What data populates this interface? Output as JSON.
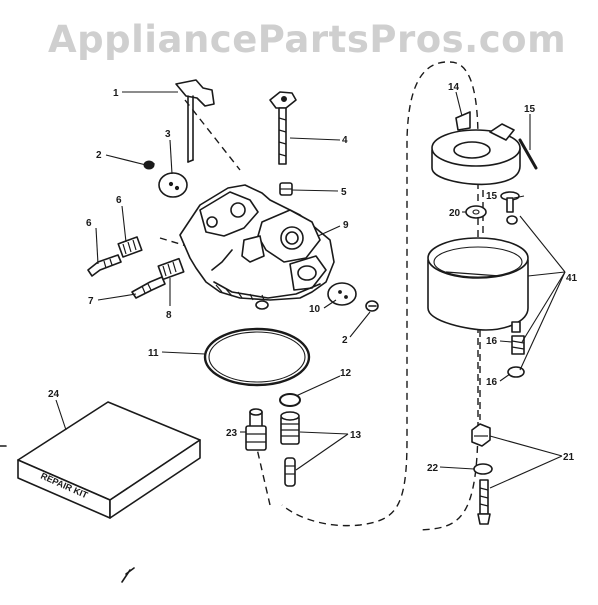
{
  "watermark": "AppliancePartsPros.com",
  "callouts": [
    "1",
    "2",
    "3",
    "4",
    "5",
    "6",
    "6",
    "7",
    "8",
    "9",
    "10",
    "2",
    "11",
    "12",
    "13",
    "14",
    "15",
    "15",
    "16",
    "16",
    "20",
    "21",
    "22",
    "23",
    "24"
  ],
  "repair_kit_label": "REPAIR KIT"
}
